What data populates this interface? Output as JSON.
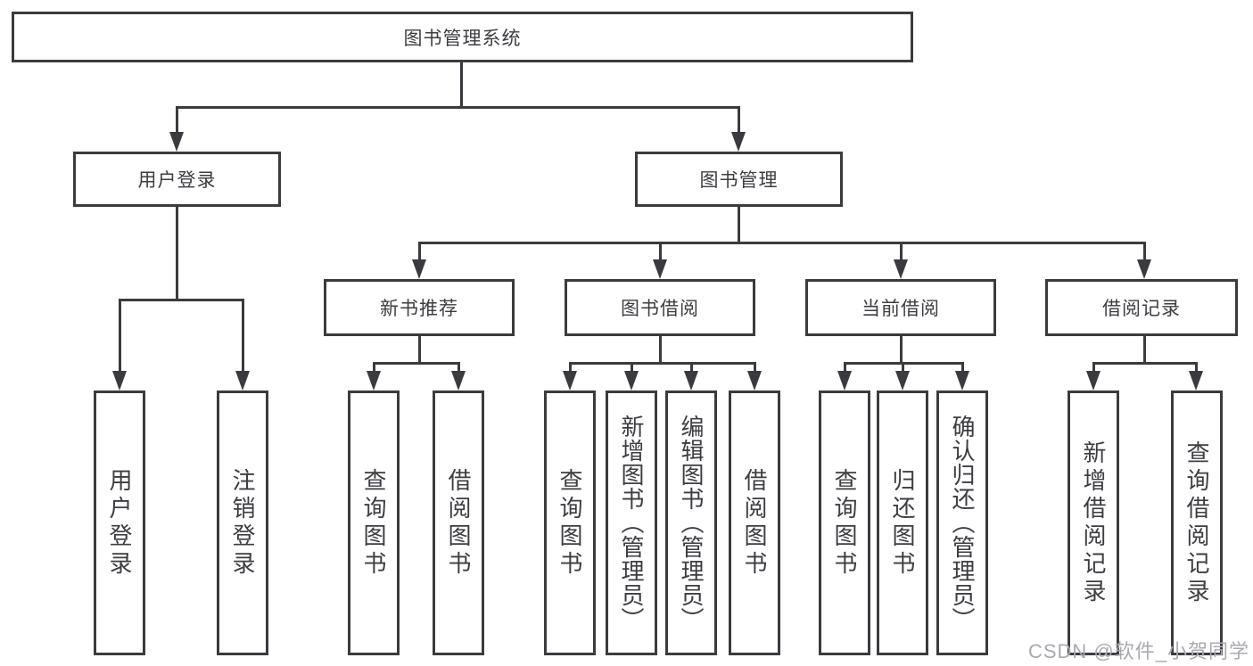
{
  "diagram": {
    "root": {
      "label": "图书管理系统"
    },
    "branches": [
      {
        "label": "用户登录",
        "children": [
          {
            "label": "用户登录"
          },
          {
            "label": "注销登录"
          }
        ]
      },
      {
        "label": "图书管理",
        "children": [
          {
            "label": "新书推荐",
            "children": [
              {
                "label": "查询图书"
              },
              {
                "label": "借阅图书"
              }
            ]
          },
          {
            "label": "图书借阅",
            "children": [
              {
                "label": "查询图书"
              },
              {
                "label": "新增图书（管理员）"
              },
              {
                "label": "编辑图书（管理员）"
              },
              {
                "label": "借阅图书"
              }
            ]
          },
          {
            "label": "当前借阅",
            "children": [
              {
                "label": "查询图书"
              },
              {
                "label": "归还图书"
              },
              {
                "label": "确认归还（管理员）"
              }
            ]
          },
          {
            "label": "借阅记录",
            "children": [
              {
                "label": "新增借阅记录"
              },
              {
                "label": "查询借阅记录"
              }
            ]
          }
        ]
      }
    ]
  },
  "watermark": {
    "text": "CSDN @软件_小贺同学"
  },
  "colors": {
    "line": "#3b3b3f",
    "text": "#3d3d42",
    "watermark": "#a9a9b2",
    "background": "#ffffff"
  }
}
